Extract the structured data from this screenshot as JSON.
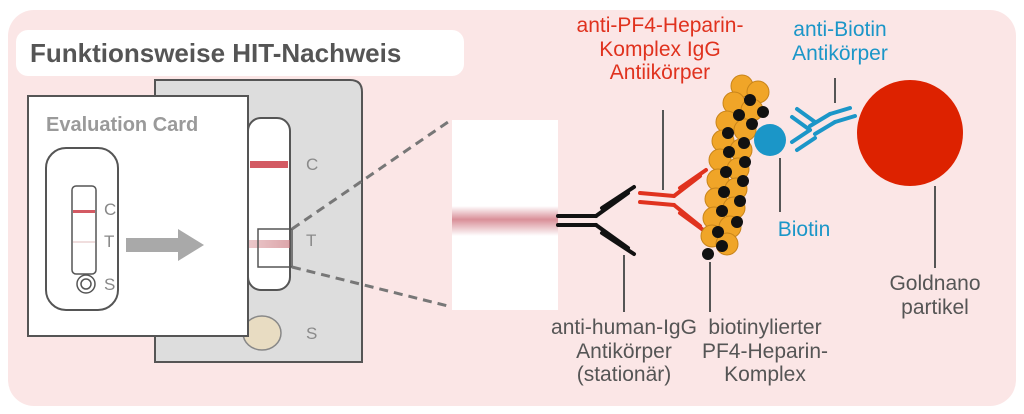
{
  "title": "Funktionsweise HIT-Nachweis",
  "evaluation_card": {
    "label": "Evaluation Card",
    "letters": {
      "c": "C",
      "t": "T",
      "s": "S"
    }
  },
  "cassette_letters": {
    "c": "C",
    "t": "T",
    "s": "S"
  },
  "labels": {
    "anti_pf4_line1": "anti-PF4-Heparin-",
    "anti_pf4_line2": "Komplex IgG",
    "anti_pf4_line3": "Antiikörper",
    "anti_biotin_line1": "anti-Biotin",
    "anti_biotin_line2": "Antikörper",
    "biotin": "Biotin",
    "gold_line1": "Goldnano",
    "gold_line2": "partikel",
    "anti_human_line1": "anti-human-IgG",
    "anti_human_line2": "Antikörper",
    "anti_human_line3": "(stationär)",
    "complex_line1": "biotinylierter",
    "complex_line2": "PF4-Heparin-",
    "complex_line3": "Komplex"
  },
  "colors": {
    "background_panel": "#fbe6e6",
    "red_antibody": "#e0321e",
    "blue_antibody": "#1b96c8",
    "gold": "#dd2200",
    "biotin": "#1b96c8",
    "complex_orange": "#f0a528",
    "text_gray": "#555555"
  }
}
